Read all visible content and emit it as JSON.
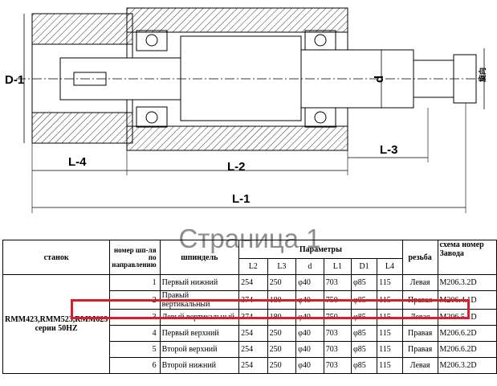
{
  "drawing": {
    "labels": {
      "d1": "D-1",
      "l4": "L-4",
      "l2": "L-2",
      "l3": "L-3",
      "l1": "L-1",
      "d": "d",
      "rotation": "旋向"
    }
  },
  "watermark": "Страница 1",
  "table": {
    "headers": {
      "machine": "станок",
      "number": "номер шп-ля по направлению",
      "spindle": "шпиндель",
      "params": "Параметры",
      "thread": "резьба",
      "scheme": "схема номер Завода"
    },
    "param_cols": [
      "L2",
      "L3",
      "d",
      "L1",
      "D1",
      "L4"
    ],
    "machine": "RMM423,RMM523,RMM623 серии 50HZ",
    "rows": [
      {
        "num": "1",
        "name": "Первый нижний",
        "L2": "254",
        "L3": "250",
        "d": "φ40",
        "L1": "703",
        "D1": "φ85",
        "L4": "115",
        "thread": "Левая",
        "code": "M206.3.2D"
      },
      {
        "num": "2",
        "name": "Правый вертикальный",
        "L2": "374",
        "L3": "180",
        "d": "φ40",
        "L1": "750",
        "D1": "φ85",
        "L4": "115",
        "thread": "Правая",
        "code": "M206.4.1D"
      },
      {
        "num": "3",
        "name": "Левый вертикальный",
        "L2": "374",
        "L3": "180",
        "d": "φ40",
        "L1": "750",
        "D1": "φ85",
        "L4": "115",
        "thread": "Левая",
        "code": "M206.5.1D"
      },
      {
        "num": "4",
        "name": "Первый верхний",
        "L2": "254",
        "L3": "250",
        "d": "φ40",
        "L1": "703",
        "D1": "φ85",
        "L4": "115",
        "thread": "Правая",
        "code": "M206.6.2D"
      },
      {
        "num": "5",
        "name": "Второй верхний",
        "L2": "254",
        "L3": "250",
        "d": "φ40",
        "L1": "703",
        "D1": "φ85",
        "L4": "115",
        "thread": "Правая",
        "code": "M206.6.2D"
      },
      {
        "num": "6",
        "name": "Второй нижний",
        "L2": "254",
        "L3": "250",
        "d": "φ40",
        "L1": "703",
        "D1": "φ85",
        "L4": "115",
        "thread": "Левая",
        "code": "M206.3.2D"
      }
    ],
    "highlighted_row": 2,
    "highlight_color": "#d81e2c"
  }
}
